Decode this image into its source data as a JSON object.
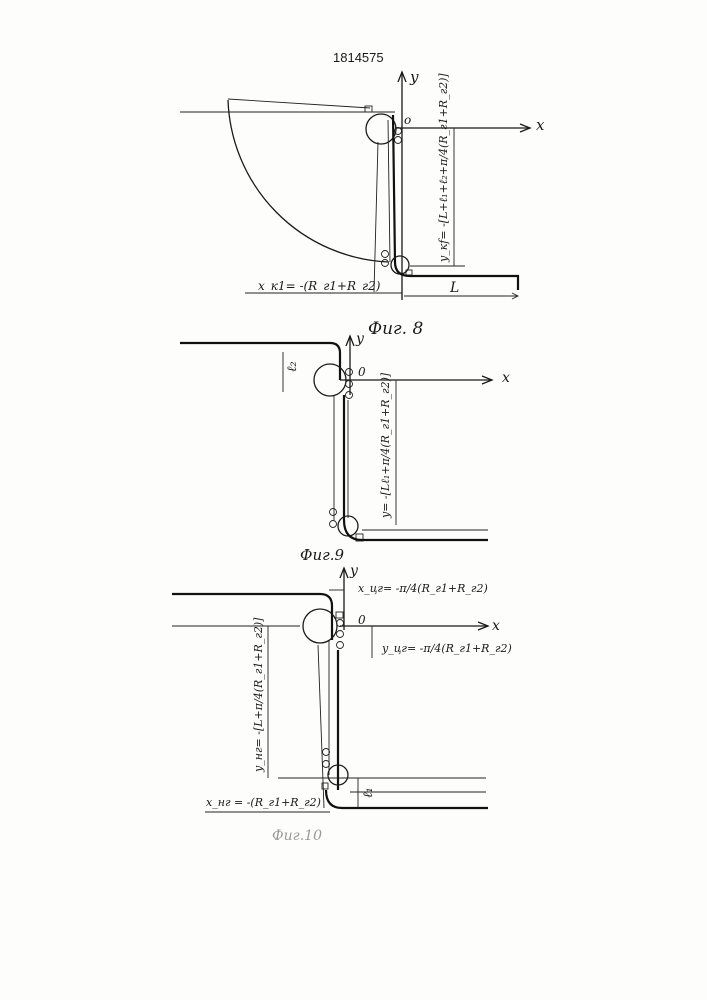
{
  "patent_number": "1814575",
  "fig8": {
    "caption": "Фиг. 8",
    "axis_y": "y",
    "axis_x": "x",
    "origin": "o",
    "dim_vertical": "y_кf= -[L+ℓ₁+ℓ₂+π/4(R_г1+R_г2)]",
    "dim_horizontal": "x_к1= -(R_г1+R_г2)",
    "dim_length": "L"
  },
  "fig9": {
    "caption": "Фиг.9",
    "axis_y": "y",
    "axis_x": "x",
    "origin": "0",
    "dim_l2": "ℓ₂",
    "dim_vertical": "y= -[Lℓ₁+π/4(R_г1+R_г2)]"
  },
  "fig10": {
    "caption": "Фиг.10",
    "axis_y": "y",
    "axis_x": "x",
    "origin": "0",
    "dim_xц": "x_цг= -π/4(R_г1+R_г2)",
    "dim_yц": "y_цг= -π/4(R_г1+R_г2)",
    "dim_vertical": "y_нг= -[L+π/4(R_г1+R_г2)]",
    "dim_xн": "x_нг = -(R_г1+R_г2)",
    "dim_l1": "ℓ₁"
  }
}
